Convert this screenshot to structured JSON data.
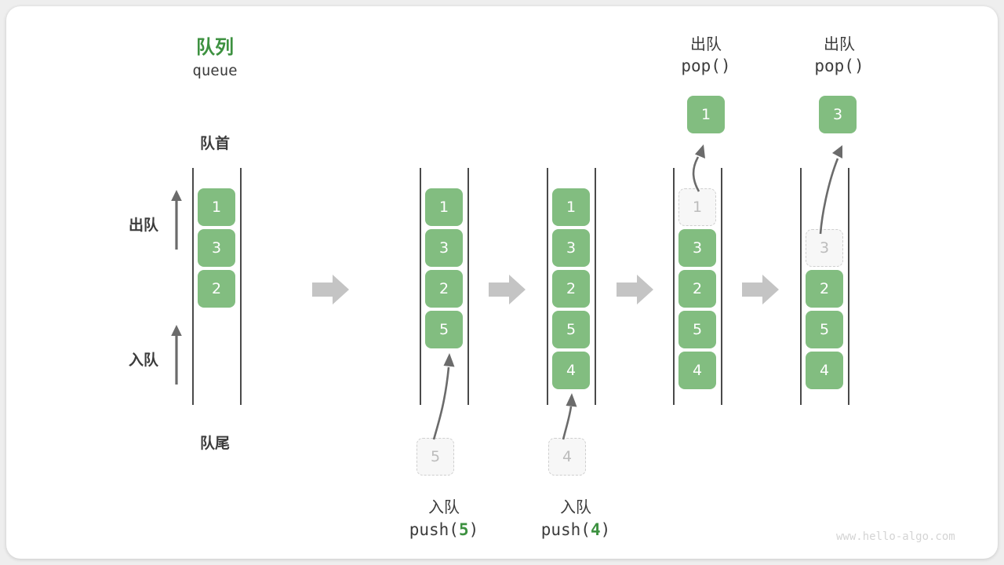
{
  "meta": {
    "watermark": "www.hello-algo.com",
    "colors": {
      "green_fill": "#82bd80",
      "green_title": "#3d9140",
      "text_dark": "#3c3c3c",
      "ghost_border": "#cfcfcf",
      "ghost_text": "#bcbcbc",
      "rail": "#4a4a4a",
      "arrow_gray": "#c4c4c4",
      "curve_arrow": "#6b6b6b",
      "card_bg": "#ffffff",
      "page_bg": "#eeeeee"
    }
  },
  "header": {
    "title_cn": "队列",
    "title_en": "queue"
  },
  "side_labels": {
    "front": "队首",
    "rear": "队尾",
    "dequeue": "出队",
    "enqueue": "入队"
  },
  "top_ops": [
    {
      "cn": "出队",
      "code_prefix": "pop(",
      "code_arg": "",
      "code_suffix": ")",
      "result": "1"
    },
    {
      "cn": "出队",
      "code_prefix": "pop(",
      "code_arg": "",
      "code_suffix": ")",
      "result": "3"
    }
  ],
  "bottom_ops": [
    {
      "cn": "入队",
      "code_prefix": "push(",
      "code_arg": "5",
      "code_suffix": ")",
      "ghost": "5"
    },
    {
      "cn": "入队",
      "code_prefix": "push(",
      "code_arg": "4",
      "code_suffix": ")",
      "ghost": "4"
    }
  ],
  "columns": [
    {
      "name": "initial-queue",
      "cells": [
        {
          "value": "1",
          "state": "filled"
        },
        {
          "value": "3",
          "state": "filled"
        },
        {
          "value": "2",
          "state": "filled"
        }
      ]
    },
    {
      "name": "after-push-5",
      "cells": [
        {
          "value": "1",
          "state": "filled"
        },
        {
          "value": "3",
          "state": "filled"
        },
        {
          "value": "2",
          "state": "filled"
        },
        {
          "value": "5",
          "state": "filled"
        }
      ]
    },
    {
      "name": "after-push-4",
      "cells": [
        {
          "value": "1",
          "state": "filled"
        },
        {
          "value": "3",
          "state": "filled"
        },
        {
          "value": "2",
          "state": "filled"
        },
        {
          "value": "5",
          "state": "filled"
        },
        {
          "value": "4",
          "state": "filled"
        }
      ]
    },
    {
      "name": "after-pop-1",
      "cells": [
        {
          "value": "1",
          "state": "ghost"
        },
        {
          "value": "3",
          "state": "filled"
        },
        {
          "value": "2",
          "state": "filled"
        },
        {
          "value": "5",
          "state": "filled"
        },
        {
          "value": "4",
          "state": "filled"
        }
      ]
    },
    {
      "name": "after-pop-3",
      "cells": [
        {
          "value": "",
          "state": "empty"
        },
        {
          "value": "3",
          "state": "ghost"
        },
        {
          "value": "2",
          "state": "filled"
        },
        {
          "value": "5",
          "state": "filled"
        },
        {
          "value": "4",
          "state": "filled"
        }
      ]
    }
  ],
  "step_arrows": [
    "step-arrow-1",
    "step-arrow-2",
    "step-arrow-3",
    "step-arrow-4"
  ]
}
